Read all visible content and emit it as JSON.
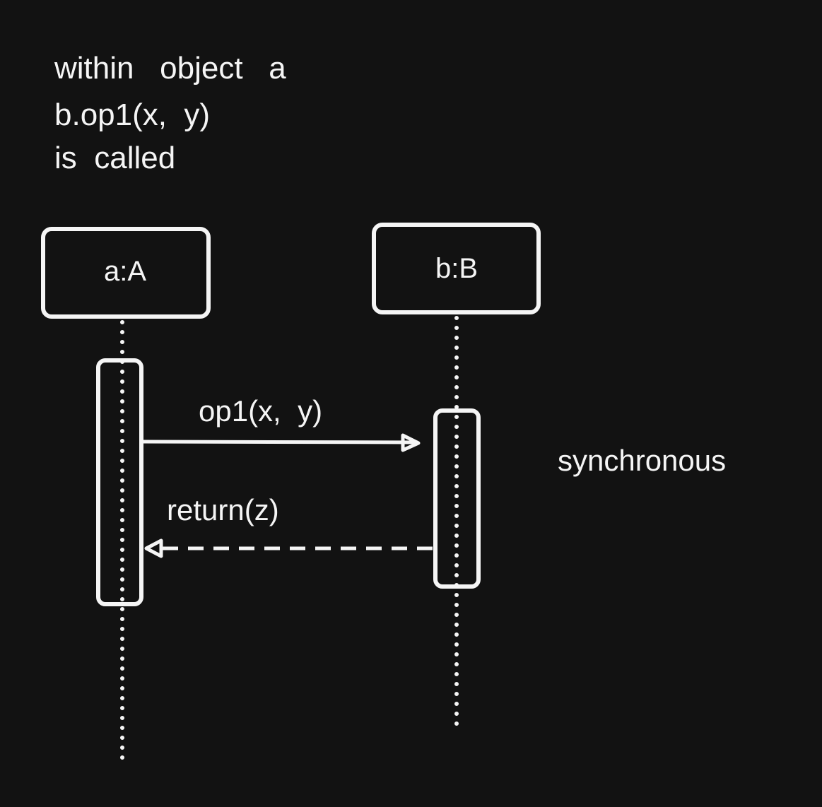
{
  "note": {
    "lines": [
      "within   object   a",
      "b.op1(x,  y)",
      "is  called"
    ]
  },
  "objects": {
    "a": {
      "label": "a:A"
    },
    "b": {
      "label": "b:B"
    }
  },
  "messages": {
    "call": {
      "label": "op1(x,  y)"
    },
    "return": {
      "label": "return(z)"
    }
  },
  "annotation": {
    "text": "synchronous"
  }
}
